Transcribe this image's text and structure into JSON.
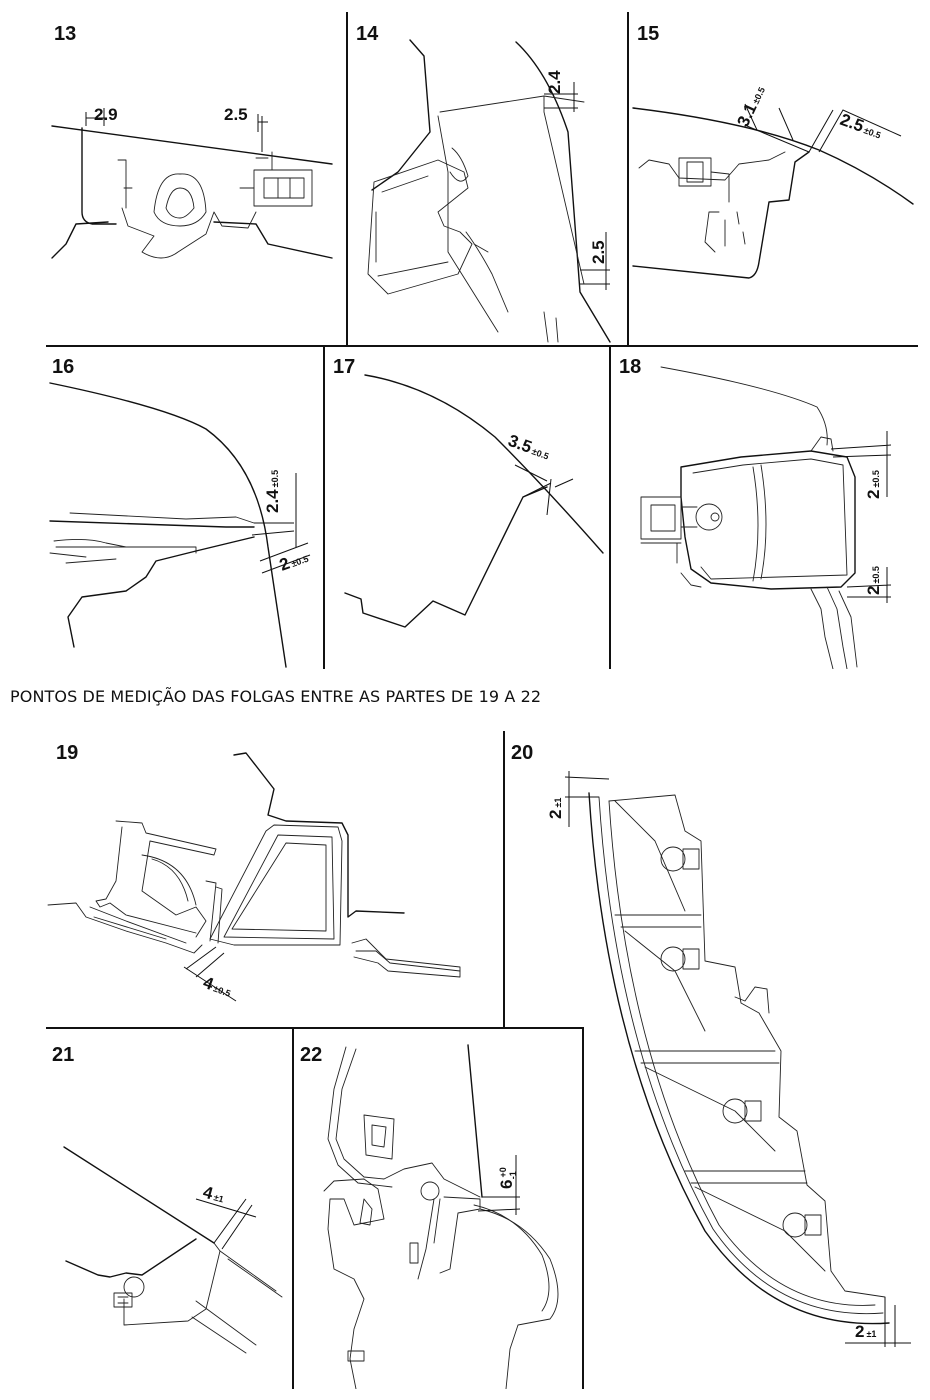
{
  "caption": "PONTOS DE MEDIÇÃO DAS FOLGAS ENTRE AS PARTES DE 19 A 22",
  "panels": [
    {
      "id": "13",
      "label": "13",
      "dims": [
        {
          "value": "2.9",
          "tol": ""
        },
        {
          "value": "2.5",
          "tol": ""
        }
      ]
    },
    {
      "id": "14",
      "label": "14",
      "dims": [
        {
          "value": "2.4",
          "tol": ""
        },
        {
          "value": "2.5",
          "tol": ""
        }
      ]
    },
    {
      "id": "15",
      "label": "15",
      "dims": [
        {
          "value": "3.1",
          "tol": "±0.5"
        },
        {
          "value": "2.5",
          "tol": "±0.5"
        }
      ]
    },
    {
      "id": "16",
      "label": "16",
      "dims": [
        {
          "value": "2.4",
          "tol": "±0.5"
        },
        {
          "value": "2",
          "tol": "±0.5"
        }
      ]
    },
    {
      "id": "17",
      "label": "17",
      "dims": [
        {
          "value": "3.5",
          "tol": "±0.5"
        }
      ]
    },
    {
      "id": "18",
      "label": "18",
      "dims": [
        {
          "value": "2",
          "tol": "±0.5"
        },
        {
          "value": "2",
          "tol": "±0.5"
        }
      ]
    },
    {
      "id": "19",
      "label": "19",
      "dims": [
        {
          "value": "4",
          "tol": "±0.5"
        }
      ]
    },
    {
      "id": "20",
      "label": "20",
      "dims": [
        {
          "value": "2",
          "tol": "±1"
        },
        {
          "value": "2",
          "tol": "±1"
        }
      ]
    },
    {
      "id": "21",
      "label": "21",
      "dims": [
        {
          "value": "4",
          "tol": "±1"
        }
      ]
    },
    {
      "id": "22",
      "label": "22",
      "dims": [
        {
          "value": "6",
          "tol_upper": "+0",
          "tol_lower": "-1"
        }
      ]
    }
  ]
}
